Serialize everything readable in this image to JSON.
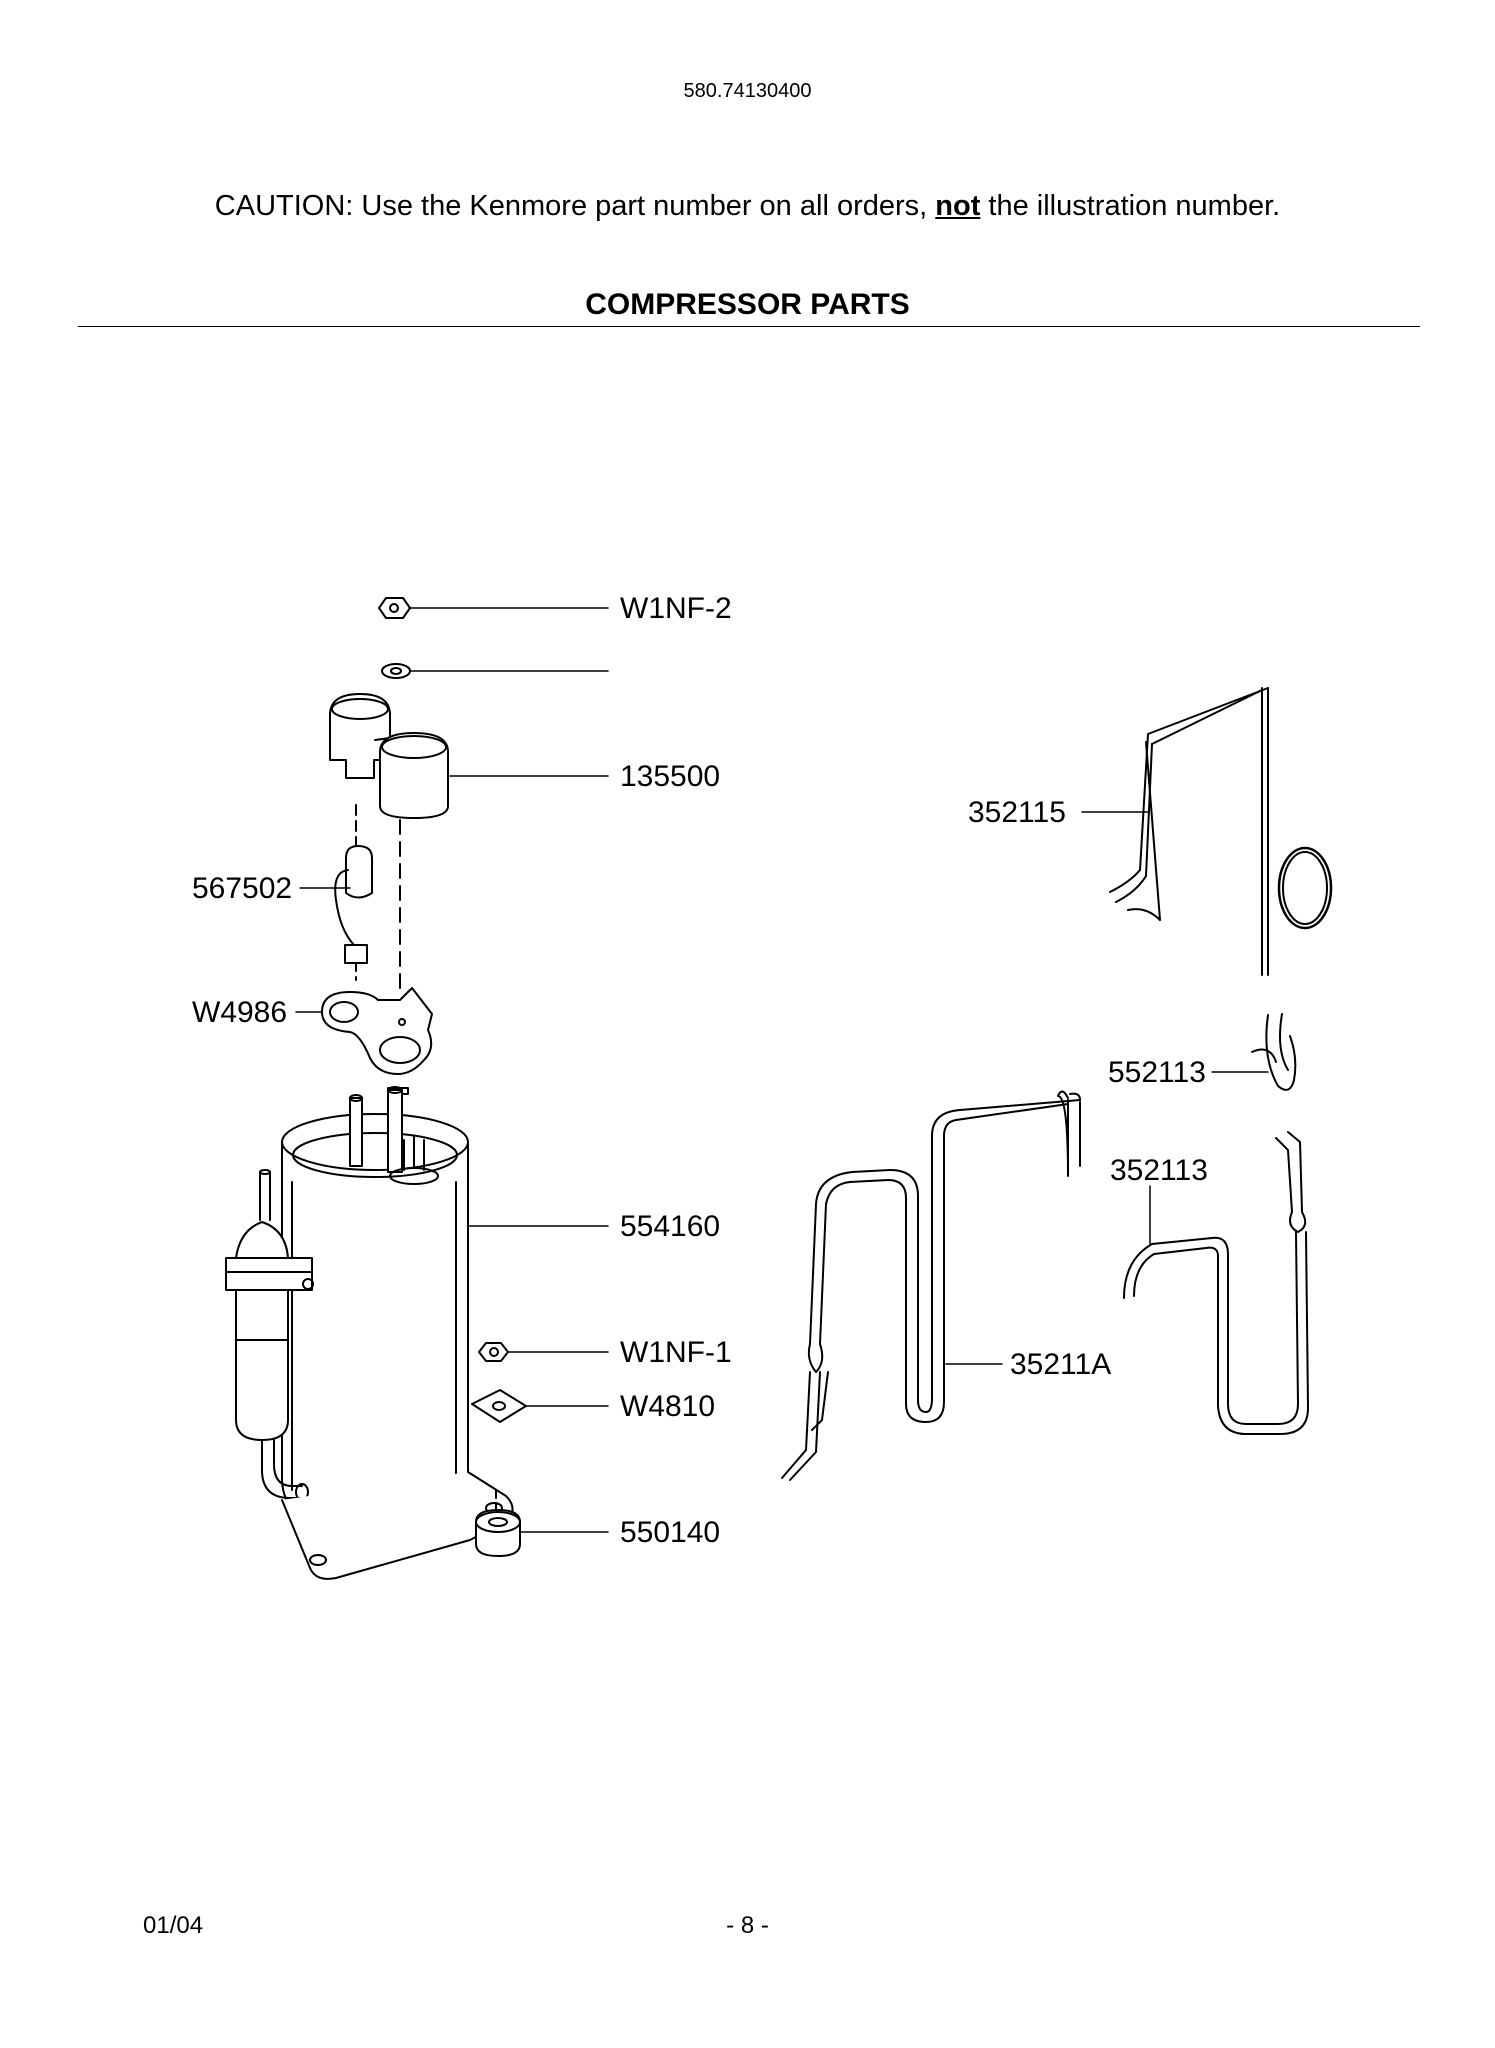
{
  "header": {
    "doc_number": "580.74130400",
    "caution_pre": "CAUTION: Use the Kenmore part number on all orders, ",
    "caution_emph": "not",
    "caution_post": " the illustration number.",
    "section_title": "COMPRESSOR PARTS"
  },
  "labels": {
    "w1nf2": "W1NF-2",
    "p135500": "135500",
    "p567502": "567502",
    "w4986": "W4986",
    "p554160": "554160",
    "w1nf1": "W1NF-1",
    "w4810": "W4810",
    "p550140": "550140",
    "p352115": "352115",
    "p552113": "552113",
    "p352113": "352113",
    "p35211a": "35211A"
  },
  "footer": {
    "date": "01/04",
    "page": "- 8 -"
  }
}
